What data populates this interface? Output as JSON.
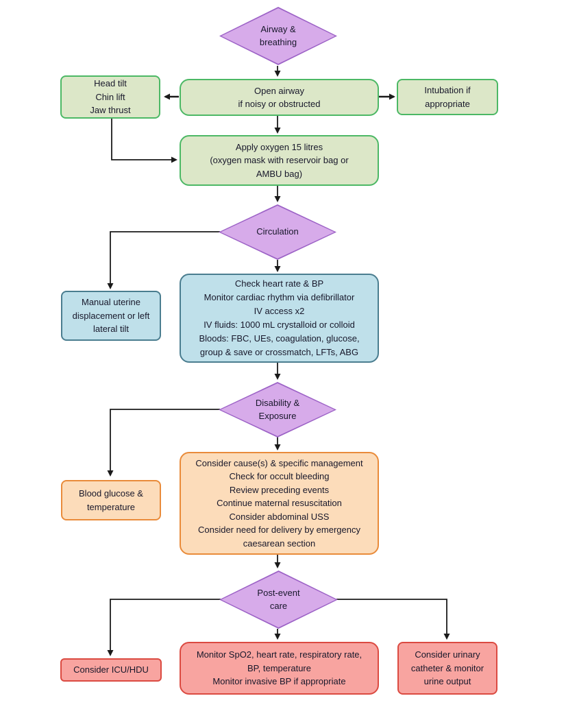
{
  "colors": {
    "decision_fill": "#d7abea",
    "decision_border": "#9c62c6",
    "airway_fill": "#dce7c8",
    "airway_border": "#4cb865",
    "circulation_fill": "#bfe0ea",
    "circulation_border": "#4a7d8f",
    "exposure_fill": "#fcdcba",
    "exposure_border": "#e98b3a",
    "postevent_fill": "#f8a4a0",
    "postevent_border": "#db4a41",
    "arrow": "#1a1a1a"
  },
  "nodes": {
    "airway_breathing": {
      "label": "Airway &\nbreathing"
    },
    "head_tilt": {
      "label": "Head tilt\nChin lift\nJaw thrust"
    },
    "open_airway": {
      "label": "Open airway\nif noisy or obstructed"
    },
    "intubation": {
      "label": "Intubation if\nappropriate"
    },
    "apply_oxygen": {
      "label": "Apply oxygen 15 litres\n(oxygen mask with reservoir bag or\nAMBU bag)"
    },
    "circulation": {
      "label": "Circulation"
    },
    "manual_uterine": {
      "label": "Manual uterine\ndisplacement or left\nlateral tilt"
    },
    "check_circulation": {
      "label": "Check heart rate & BP\nMonitor cardiac rhythm via defibrillator\nIV access x2\nIV fluids: 1000 mL crystalloid or colloid\nBloods: FBC, UEs, coagulation, glucose,\ngroup & save or crossmatch, LFTs, ABG"
    },
    "disability_exposure": {
      "label": "Disability &\nExposure"
    },
    "blood_glucose": {
      "label": "Blood glucose &\ntemperature"
    },
    "consider_cause": {
      "label": "Consider cause(s) & specific management\nCheck for occult bleeding\nReview preceding events\nContinue maternal resuscitation\nConsider abdominal USS\nConsider need for delivery by emergency\ncaesarean section"
    },
    "post_event_care": {
      "label": "Post-event\ncare"
    },
    "consider_icu": {
      "label": "Consider ICU/HDU"
    },
    "monitor_obs": {
      "label": "Monitor SpO2, heart rate, respiratory rate,\nBP, temperature\nMonitor invasive BP if appropriate"
    },
    "urinary_catheter": {
      "label": "Consider urinary\ncatheter & monitor\nurine output"
    }
  }
}
